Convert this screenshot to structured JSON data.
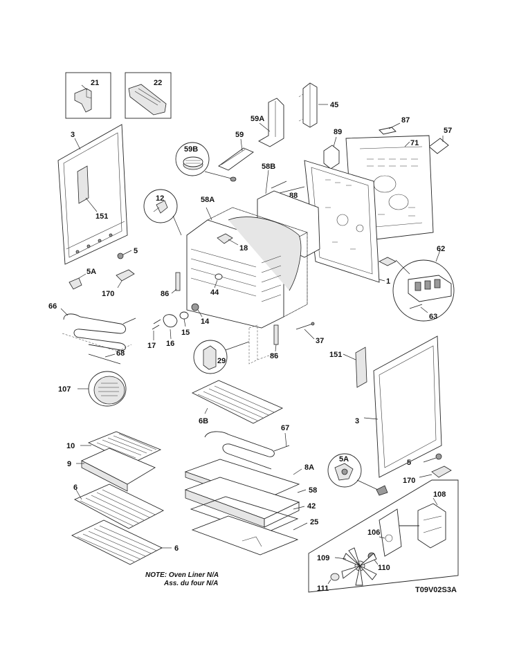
{
  "title": "",
  "labels": {
    "p21": "21",
    "p22": "22",
    "p45": "45",
    "p59a": "59A",
    "p59": "59",
    "p87": "87",
    "p57": "57",
    "p89": "89",
    "p71": "71",
    "p3_left": "3",
    "p59b": "59B",
    "p58b": "58B",
    "p88": "88",
    "p12": "12",
    "p58a": "58A",
    "p151_left": "151",
    "p18": "18",
    "p62": "62",
    "p5_left": "5",
    "p5a_left": "5A",
    "p1": "1",
    "p170_left": "170",
    "p86_left": "86",
    "p44": "44",
    "p66": "66",
    "p14": "14",
    "p63": "63",
    "p15": "15",
    "p17": "17",
    "p16": "16",
    "p37": "37",
    "p68": "68",
    "p29": "29",
    "p86_right": "86",
    "p151_right": "151",
    "p107": "107",
    "p6b": "6B",
    "p3_right": "3",
    "p67": "67",
    "p10": "10",
    "p9": "9",
    "p5a_right": "5A",
    "p8a": "8A",
    "p5_right": "5",
    "p170_right": "170",
    "p6_top": "6",
    "p58": "58",
    "p108": "108",
    "p42": "42",
    "p106": "106",
    "p25": "25",
    "p6_bottom": "6",
    "p109": "109",
    "p110": "110",
    "p111": "111"
  },
  "note": {
    "line1": "NOTE: Oven Liner N/A",
    "line2": "Ass. du four N/A"
  },
  "figure_code": "T09V02S3A"
}
